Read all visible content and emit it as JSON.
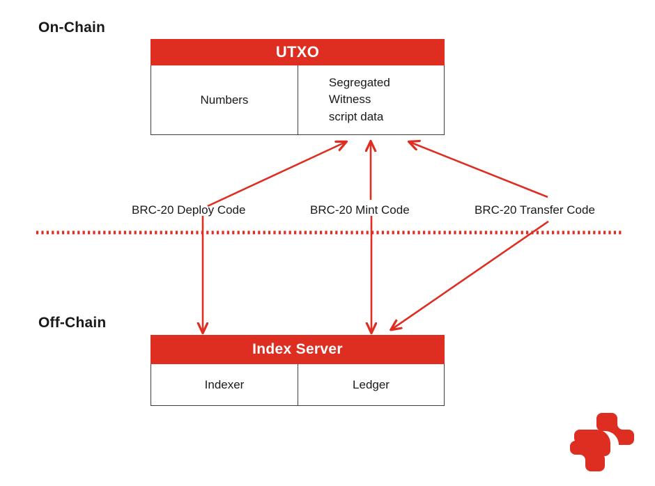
{
  "diagram": {
    "title_on_chain": "On-Chain",
    "title_off_chain": "Off-Chain",
    "accent_color": "#DE2E21",
    "text_color": "#18191b",
    "border_color": "#3c3c3c"
  },
  "utxo_box": {
    "header": "UTXO",
    "cells": [
      {
        "label": "Numbers"
      },
      {
        "label": "Segregated\nWitness\nscript data"
      }
    ]
  },
  "index_box": {
    "header": "Index Server",
    "cells": [
      {
        "label": "Indexer"
      },
      {
        "label": "Ledger"
      }
    ]
  },
  "code_labels": [
    {
      "id": "deploy",
      "label": "BRC-20 Deploy Code"
    },
    {
      "id": "mint",
      "label": "BRC-20 Mint Code"
    },
    {
      "id": "transfer",
      "label": "BRC-20 Transfer Code"
    }
  ],
  "divider": {
    "style": "dotted",
    "color": "#DE2E21"
  },
  "connectors": [
    {
      "id": "deploy-to-utxo",
      "from": "BRC-20 Deploy Code",
      "to": "UTXO",
      "direction": "up"
    },
    {
      "id": "mint-to-utxo",
      "from": "BRC-20 Mint Code",
      "to": "UTXO",
      "direction": "up"
    },
    {
      "id": "transfer-to-utxo",
      "from": "BRC-20 Transfer Code",
      "to": "UTXO",
      "direction": "up"
    },
    {
      "id": "deploy-to-index",
      "from": "BRC-20 Deploy Code",
      "to": "Index Server",
      "direction": "down"
    },
    {
      "id": "mint-to-index",
      "from": "BRC-20 Mint Code",
      "to": "Index Server",
      "direction": "down"
    },
    {
      "id": "transfer-to-index",
      "from": "BRC-20 Transfer Code",
      "to": "Index Server",
      "direction": "down"
    }
  ],
  "logo": {
    "name": "brand-logo",
    "color": "#DE2E21"
  }
}
